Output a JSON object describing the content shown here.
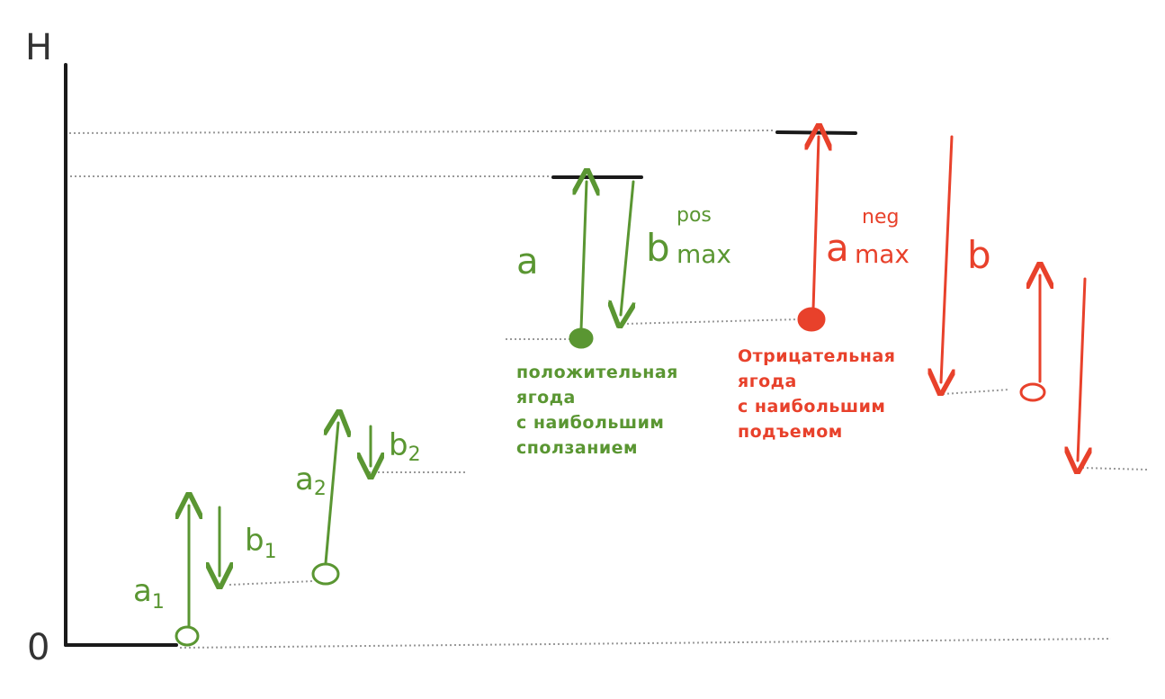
{
  "axis": {
    "y_label": "H",
    "origin_label": "0"
  },
  "labels": {
    "a1_main": "a",
    "a1_sub": "1",
    "b1_main": "b",
    "b1_sub": "1",
    "a2_main": "a",
    "a2_sub": "2",
    "b2_main": "b",
    "b2_sub": "2",
    "a": "a",
    "bmax_main": "b",
    "bmax_sup": "pos",
    "bmax_sub": "max",
    "amax_main": "a",
    "amax_sup": "neg",
    "amax_sub": "max",
    "b_red": "b"
  },
  "notes": {
    "positive": [
      "положительная",
      "ягода",
      "с наибольшим",
      "сползанием"
    ],
    "negative": [
      "Отрицательная",
      "ягода",
      "с наибольшим",
      "подъемом"
    ]
  },
  "colors": {
    "axis": "#1a1a1a",
    "green": "#5a9632",
    "red": "#e8412b",
    "dotted": "#999999"
  }
}
